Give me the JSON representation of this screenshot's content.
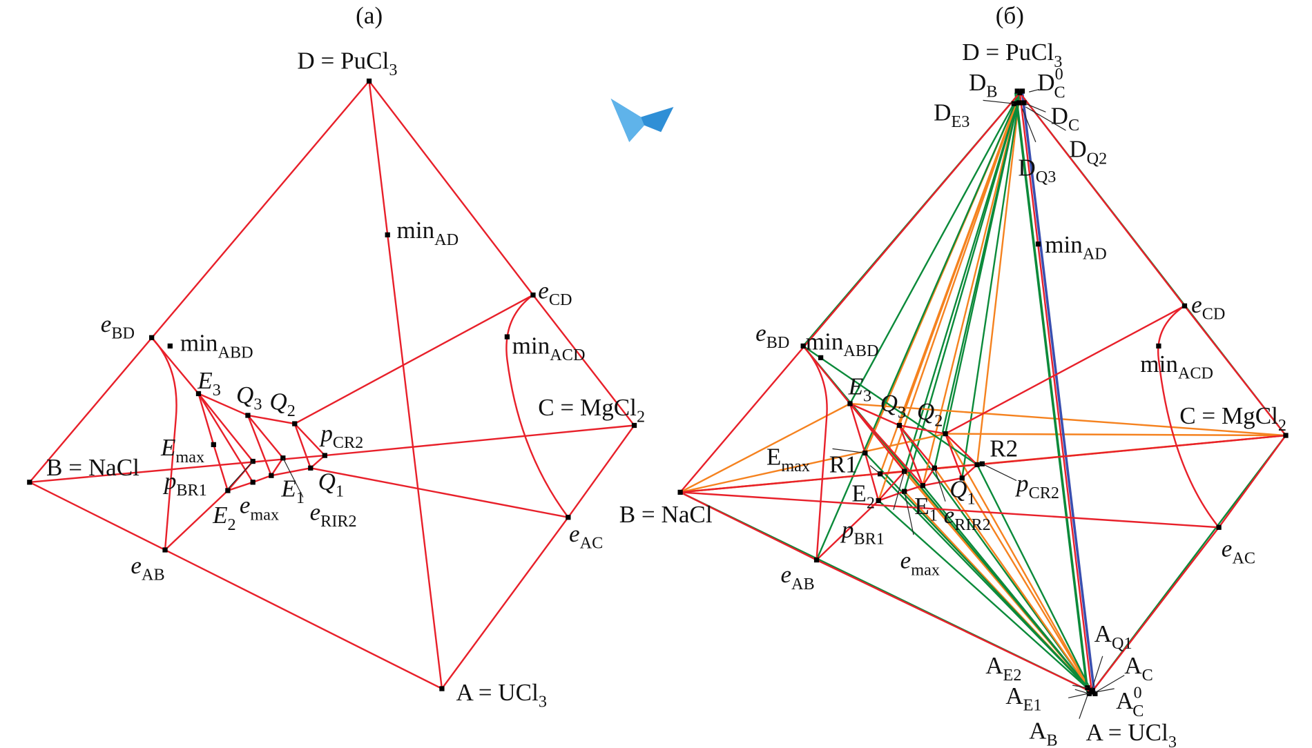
{
  "colors": {
    "red": "#e8202a",
    "orange": "#f5821f",
    "green": "#0b8a3a",
    "blue": "#3a4fb0",
    "icon": "#2f8fd6"
  },
  "icon": "saddle-surface-icon",
  "panels": [
    {
      "title": "(a)",
      "labels": [
        {
          "id": "D",
          "m": "D = PuCl",
          "s": "3"
        },
        {
          "id": "minAD",
          "m": "min",
          "s": "AD"
        },
        {
          "id": "eCD",
          "m": "e",
          "s": "CD",
          "i": true
        },
        {
          "id": "minACD",
          "m": "min",
          "s": "ACD"
        },
        {
          "id": "eBD",
          "m": "e",
          "s": "BD",
          "i": true
        },
        {
          "id": "minABD",
          "m": "min",
          "s": "ABD"
        },
        {
          "id": "E3",
          "m": "E",
          "s": "3",
          "i": true
        },
        {
          "id": "Q3",
          "m": "Q",
          "s": "3",
          "i": true
        },
        {
          "id": "Q2",
          "m": "Q",
          "s": "2",
          "i": true
        },
        {
          "id": "pCR2",
          "m": "p",
          "s": "CR2",
          "i": true
        },
        {
          "id": "C",
          "m": "C = MgCl",
          "s": "2"
        },
        {
          "id": "B",
          "m": "B = NaCl"
        },
        {
          "id": "Emax",
          "m": "E",
          "s": "max",
          "i": true
        },
        {
          "id": "pBR1",
          "m": "p",
          "s": "BR1",
          "i": true
        },
        {
          "id": "E2",
          "m": "E",
          "s": "2",
          "i": true
        },
        {
          "id": "emax",
          "m": "e",
          "s": "max",
          "i": true
        },
        {
          "id": "E1",
          "m": "E",
          "s": "1",
          "i": true
        },
        {
          "id": "eRIR2",
          "m": "e",
          "s": "RIR2",
          "i": true
        },
        {
          "id": "Q1",
          "m": "Q",
          "s": "1",
          "i": true
        },
        {
          "id": "eAB",
          "m": "e",
          "s": "AB",
          "i": true
        },
        {
          "id": "eAC",
          "m": "e",
          "s": "AC",
          "i": true
        },
        {
          "id": "A",
          "m": "A = UCl",
          "s": "3"
        }
      ]
    },
    {
      "title": "(б)",
      "labels": [
        {
          "id": "D",
          "m": "D = PuCl",
          "s": "3"
        },
        {
          "id": "DB",
          "m": "D",
          "s": "B"
        },
        {
          "id": "DC0",
          "m": "D",
          "s": "C",
          "p": "0"
        },
        {
          "id": "DE3",
          "m": "D",
          "s": "E3"
        },
        {
          "id": "DC",
          "m": "D",
          "s": "C"
        },
        {
          "id": "DQ2",
          "m": "D",
          "s": "Q2"
        },
        {
          "id": "DQ3",
          "m": "D",
          "s": "Q3"
        },
        {
          "id": "minAD",
          "m": "min",
          "s": "AD"
        },
        {
          "id": "eCD",
          "m": "e",
          "s": "CD",
          "i": true
        },
        {
          "id": "minACD",
          "m": "min",
          "s": "ACD"
        },
        {
          "id": "eBD",
          "m": "e",
          "s": "BD",
          "i": true
        },
        {
          "id": "minABD",
          "m": "min",
          "s": "ABD"
        },
        {
          "id": "E3",
          "m": "E",
          "s": "3",
          "i": true
        },
        {
          "id": "Q3",
          "m": "Q",
          "s": "3",
          "i": true
        },
        {
          "id": "Q2",
          "m": "Q",
          "s": "2",
          "i": true
        },
        {
          "id": "C",
          "m": "C = MgCl",
          "s": "2"
        },
        {
          "id": "Emax",
          "m": "E",
          "s": "max"
        },
        {
          "id": "R1",
          "m": "R1"
        },
        {
          "id": "R2",
          "m": "R2"
        },
        {
          "id": "pCR2",
          "m": "p",
          "s": "CR2",
          "i": true
        },
        {
          "id": "E2",
          "m": "E",
          "s": "2"
        },
        {
          "id": "E1",
          "m": "E",
          "s": "1"
        },
        {
          "id": "Q1",
          "m": "Q",
          "s": "1",
          "i": true
        },
        {
          "id": "eRIR2",
          "m": "e",
          "s": "RIR2",
          "i": true
        },
        {
          "id": "B",
          "m": "B = NaCl"
        },
        {
          "id": "pBR1",
          "m": "p",
          "s": "BR1",
          "i": true
        },
        {
          "id": "emax",
          "m": "e",
          "s": "max",
          "i": true
        },
        {
          "id": "eAB",
          "m": "e",
          "s": "AB",
          "i": true
        },
        {
          "id": "eAC",
          "m": "e",
          "s": "AC",
          "i": true
        },
        {
          "id": "AQ1",
          "m": "A",
          "s": "Q1"
        },
        {
          "id": "AC",
          "m": "A",
          "s": "C"
        },
        {
          "id": "AE2",
          "m": "A",
          "s": "E2"
        },
        {
          "id": "AC0",
          "m": "A",
          "s": "C",
          "p": "0"
        },
        {
          "id": "AE1",
          "m": "A",
          "s": "E1"
        },
        {
          "id": "AB",
          "m": "A",
          "s": "B"
        },
        {
          "id": "A",
          "m": "A = UCl",
          "s": "3"
        }
      ]
    }
  ]
}
